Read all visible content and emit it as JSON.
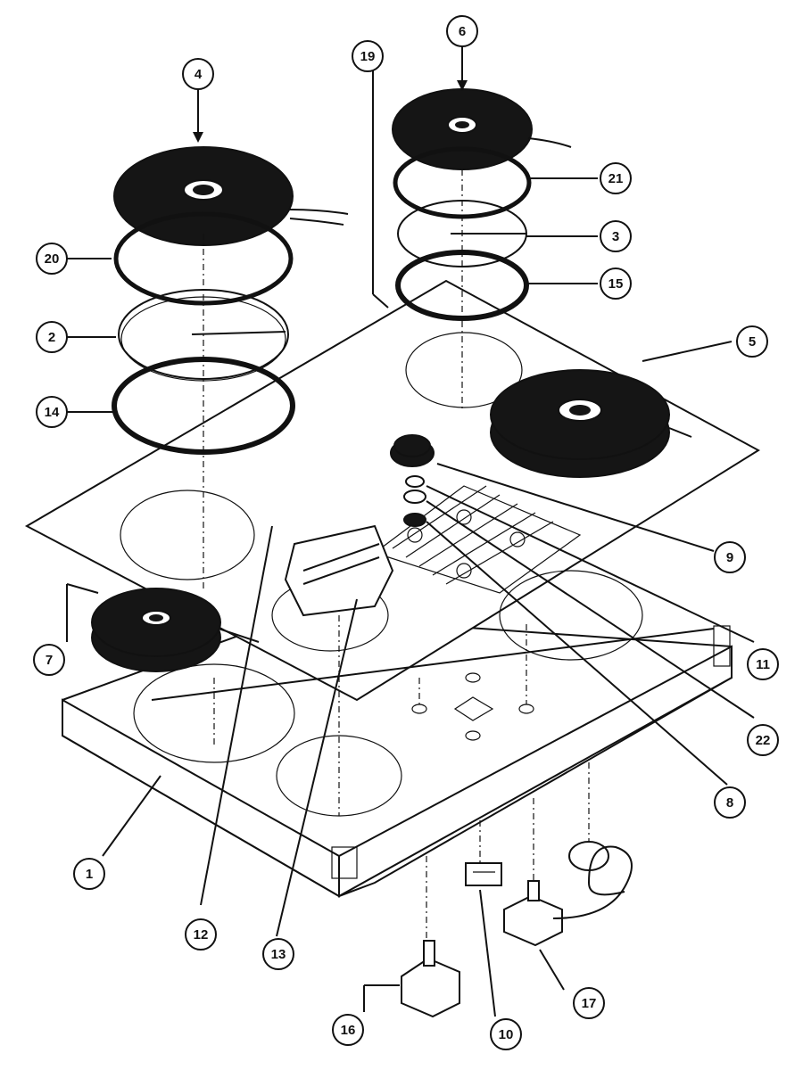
{
  "callouts": [
    {
      "id": "c1",
      "label": "1"
    },
    {
      "id": "c2",
      "label": "2"
    },
    {
      "id": "c3",
      "label": "3"
    },
    {
      "id": "c4",
      "label": "4"
    },
    {
      "id": "c5",
      "label": "5"
    },
    {
      "id": "c6",
      "label": "6"
    },
    {
      "id": "c7",
      "label": "7"
    },
    {
      "id": "c8",
      "label": "8"
    },
    {
      "id": "c9",
      "label": "9"
    },
    {
      "id": "c10",
      "label": "10"
    },
    {
      "id": "c11",
      "label": "11"
    },
    {
      "id": "c12",
      "label": "12"
    },
    {
      "id": "c13",
      "label": "13"
    },
    {
      "id": "c14",
      "label": "14"
    },
    {
      "id": "c15",
      "label": "15"
    },
    {
      "id": "c16",
      "label": "16"
    },
    {
      "id": "c17",
      "label": "17"
    },
    {
      "id": "c19",
      "label": "19"
    },
    {
      "id": "c20",
      "label": "20"
    },
    {
      "id": "c21",
      "label": "21"
    },
    {
      "id": "c22",
      "label": "22"
    }
  ],
  "colors": {
    "line": "#111111",
    "background": "#ffffff",
    "element_fill": "#151515"
  }
}
